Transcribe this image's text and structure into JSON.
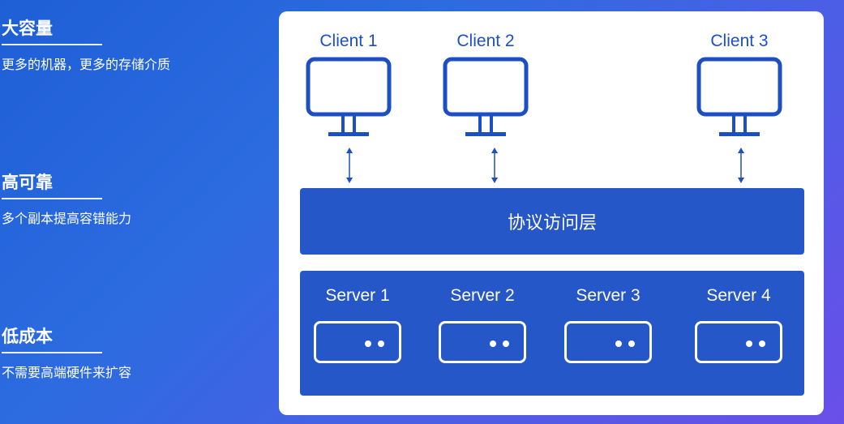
{
  "features": [
    {
      "title": "大容量",
      "desc": "更多的机器，更多的存储介质"
    },
    {
      "title": "高可靠",
      "desc": "多个副本提高容错能力"
    },
    {
      "title": "低成本",
      "desc": "不需要高端硬件来扩容"
    }
  ],
  "clients": [
    {
      "label": "Client 1"
    },
    {
      "label": "Client 2"
    },
    {
      "label": "Client 3"
    }
  ],
  "protocol_layer": {
    "label": "协议访问层"
  },
  "servers": [
    {
      "label": "Server 1"
    },
    {
      "label": "Server 2"
    },
    {
      "label": "Server 3"
    },
    {
      "label": "Server 4"
    }
  ],
  "colors": {
    "accent": "#2557c8",
    "panel": "#ffffff",
    "client_stroke": "#1c4fc4"
  }
}
